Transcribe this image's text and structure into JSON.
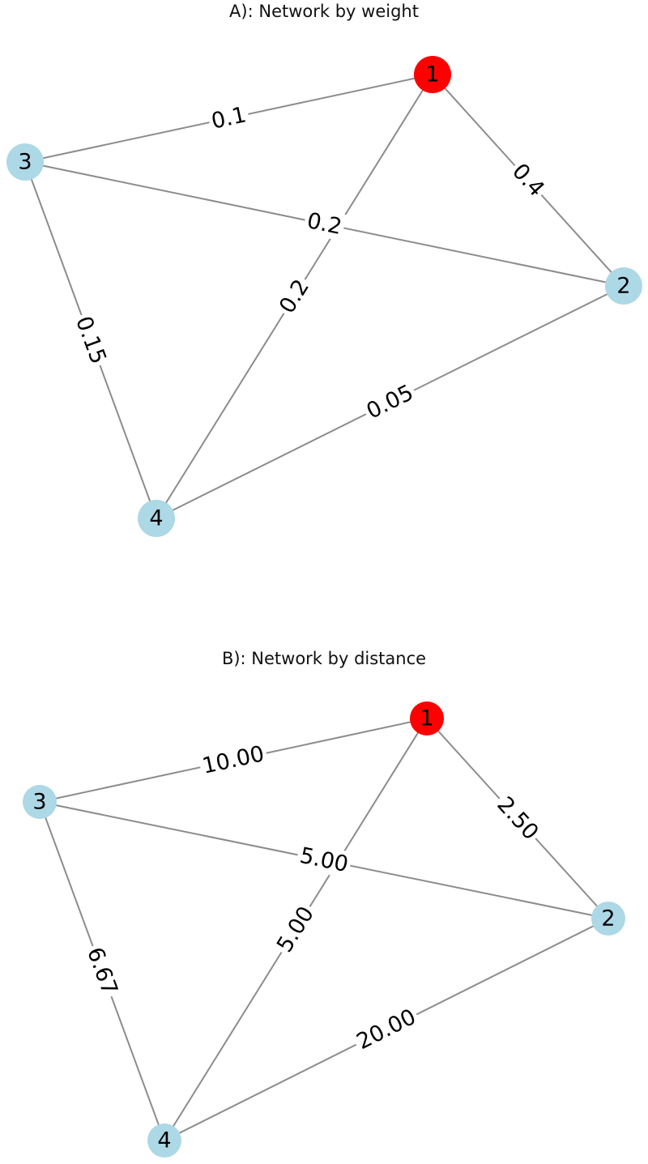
{
  "panels": [
    {
      "title": "A): Network by weight",
      "nodes": [
        {
          "id": "1",
          "label": "1",
          "color": "#ff0000"
        },
        {
          "id": "2",
          "label": "2",
          "color": "#add8e6"
        },
        {
          "id": "3",
          "label": "3",
          "color": "#add8e6"
        },
        {
          "id": "4",
          "label": "4",
          "color": "#add8e6"
        }
      ],
      "edges": [
        {
          "source": "1",
          "target": "3",
          "label": "0.1"
        },
        {
          "source": "1",
          "target": "2",
          "label": "0.4"
        },
        {
          "source": "3",
          "target": "2",
          "label": "0.2"
        },
        {
          "source": "1",
          "target": "4",
          "label": "0.2"
        },
        {
          "source": "3",
          "target": "4",
          "label": "0.15"
        },
        {
          "source": "4",
          "target": "2",
          "label": "0.05"
        }
      ]
    },
    {
      "title": "B): Network by distance",
      "nodes": [
        {
          "id": "1",
          "label": "1",
          "color": "#ff0000"
        },
        {
          "id": "2",
          "label": "2",
          "color": "#add8e6"
        },
        {
          "id": "3",
          "label": "3",
          "color": "#add8e6"
        },
        {
          "id": "4",
          "label": "4",
          "color": "#add8e6"
        }
      ],
      "edges": [
        {
          "source": "1",
          "target": "3",
          "label": "10.00"
        },
        {
          "source": "1",
          "target": "2",
          "label": "2.50"
        },
        {
          "source": "3",
          "target": "2",
          "label": "5.00"
        },
        {
          "source": "1",
          "target": "4",
          "label": "5.00"
        },
        {
          "source": "3",
          "target": "4",
          "label": "6.67"
        },
        {
          "source": "4",
          "target": "2",
          "label": "20.00"
        }
      ]
    }
  ]
}
